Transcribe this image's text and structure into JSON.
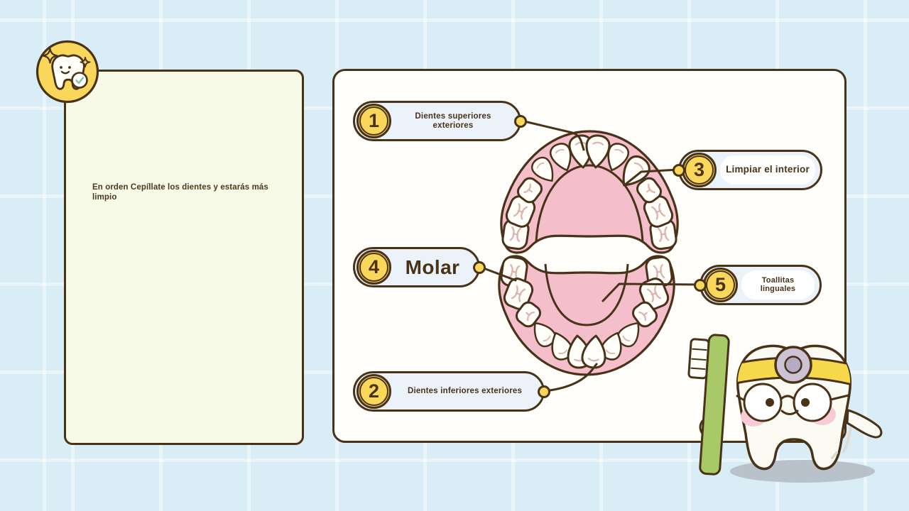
{
  "note_card": {
    "text": "En orden  Cepíllate los dientes y estarás más limpio"
  },
  "diagram_panel": {
    "labels": {
      "l1": {
        "number": "1",
        "text": "Dientes superiores exteriores"
      },
      "l2": {
        "number": "2",
        "text": "Dientes inferiores exteriores"
      },
      "l3": {
        "number": "3",
        "text": "Limpiar el interior"
      },
      "l4": {
        "number": "4",
        "text": "Molar"
      },
      "l5": {
        "number": "5",
        "text": "Toallitas linguales"
      }
    }
  },
  "icons": {
    "logo": "tooth-with-checkmark",
    "mascot": "tooth-dentist-with-toothbrush"
  },
  "colors": {
    "background_blue": "#D8EDF5",
    "card_cream": "#F8FAE8",
    "panel_white": "#FFFEFB",
    "outline_brown": "#483218",
    "accent_yellow": "#F9D75B",
    "label_bg_blue": "#EBF2FA",
    "gum_pink": "#F5BECB",
    "tooth_white": "#FFFEF9",
    "fissure_pink": "#DDB5B0",
    "brush_green": "#A9C968",
    "headband_yellow": "#F7D84B",
    "mirror_gray": "#CBC2D4",
    "cheek_pink": "#F9CBD8",
    "check_green": "#86C5A4"
  }
}
